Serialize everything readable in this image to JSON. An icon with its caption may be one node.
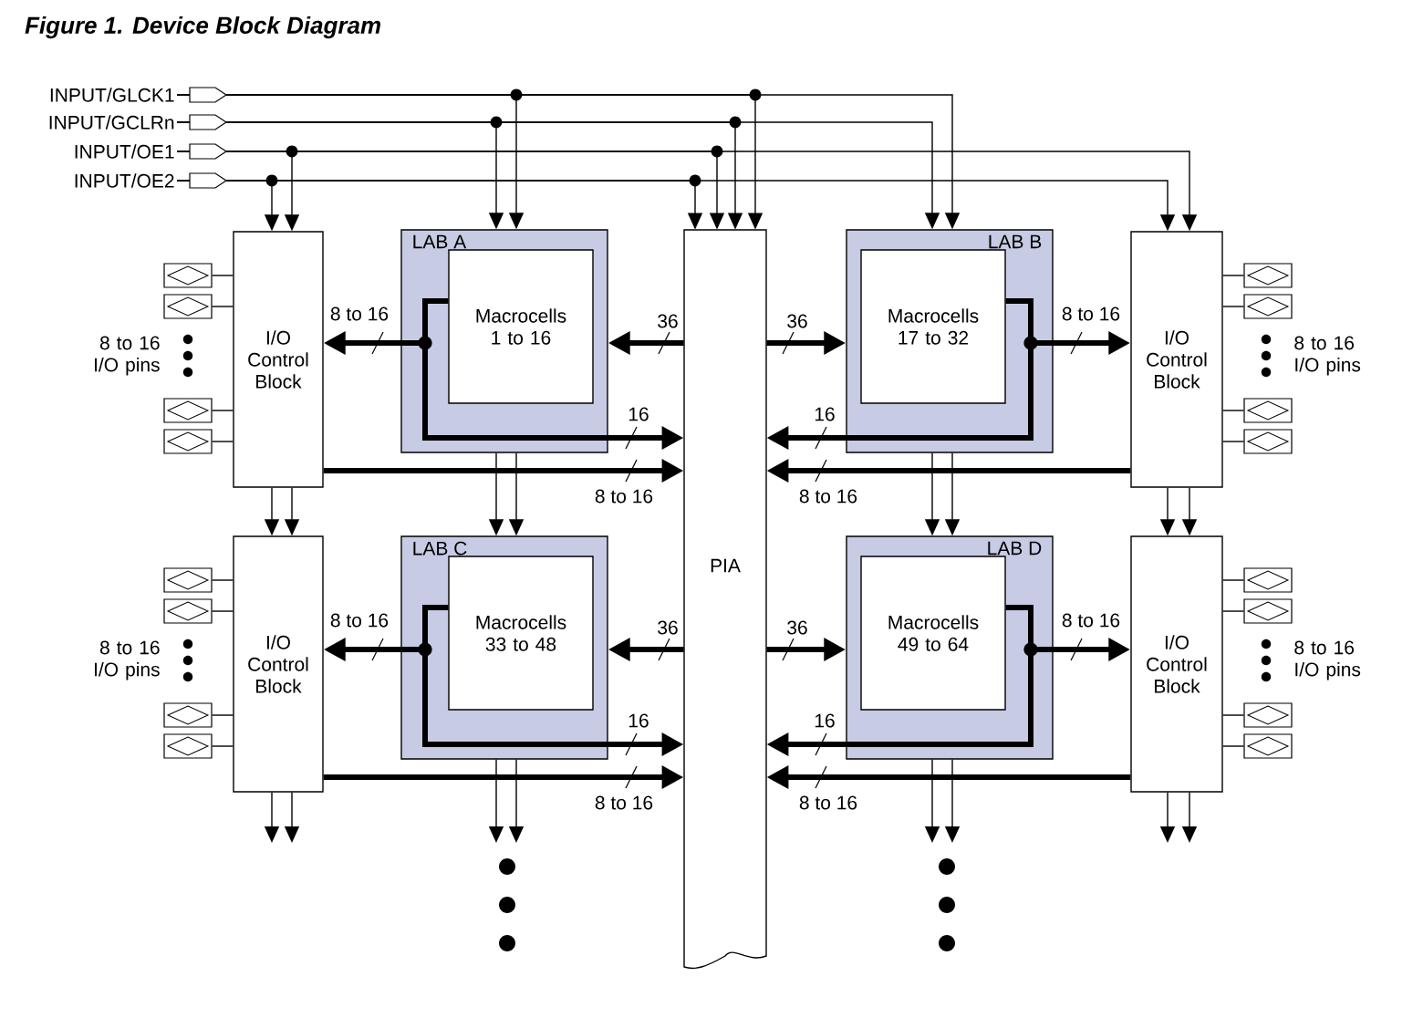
{
  "diagram": {
    "title": "Figure 1. Device Block Diagram",
    "nodes": [
      {
        "text": [
          "INPUT/GLCK1"
        ]
      },
      {
        "text": [
          "INPUT/GCLRn"
        ]
      },
      {
        "text": [
          "INPUT/OE1"
        ]
      },
      {
        "text": [
          "INPUT/OE2"
        ]
      },
      {
        "text": [
          "I/O Control Block"
        ]
      },
      {
        "text": [
          "LAB A"
        ]
      },
      {
        "text": [
          "Macrocells 1 to 16"
        ],
        "in": 5
      },
      {
        "text": [
          "PIA"
        ]
      },
      {
        "text": [
          "LAB B"
        ]
      },
      {
        "text": [
          "Macrocells 17 to 32"
        ],
        "in": 8
      },
      {
        "text": [
          "I/O Control Block"
        ]
      },
      {
        "text": [
          "I/O Control Block"
        ]
      },
      {
        "text": [
          "LAB C"
        ]
      },
      {
        "text": [
          "Macrocells 33 to 48"
        ],
        "in": 12
      },
      {
        "text": [
          "LAB D"
        ]
      },
      {
        "text": [
          "Macrocells 49 to 64"
        ],
        "in": 14
      },
      {
        "text": [
          "I/O Control Block"
        ]
      },
      {
        "text": [],
        "shape": "box"
      },
      {
        "text": [],
        "shape": "box"
      },
      {
        "text": [],
        "shape": "box"
      },
      {
        "text": [],
        "shape": "box"
      },
      {
        "text": [],
        "shape": "box"
      },
      {
        "text": [],
        "shape": "box"
      },
      {
        "text": [],
        "shape": "box"
      },
      {
        "text": [],
        "shape": "box"
      },
      {
        "text": [],
        "shape": "box"
      },
      {
        "text": [],
        "shape": "box"
      },
      {
        "text": [],
        "shape": "box"
      },
      {
        "text": [],
        "shape": "box"
      },
      {
        "text": [],
        "shape": "box"
      },
      {
        "text": [],
        "shape": "box"
      },
      {
        "text": [],
        "shape": "box"
      },
      {
        "text": [],
        "shape": "box"
      }
    ],
    "labels": [
      "8 to 16 I/O pins",
      "8 to 16 I/O pins",
      "8 to 16 I/O pins",
      "8 to 16 I/O pins"
    ],
    "edges": [
      {
        "from": 0,
        "to": 5,
        "arrow": "to"
      },
      {
        "from": 0,
        "to": 7,
        "arrow": "to"
      },
      {
        "from": 0,
        "to": 8,
        "arrow": "to"
      },
      {
        "from": 1,
        "to": 5,
        "arrow": "to"
      },
      {
        "from": 1,
        "to": 7,
        "arrow": "to"
      },
      {
        "from": 1,
        "to": 8,
        "arrow": "to"
      },
      {
        "from": 2,
        "to": 4,
        "arrow": "to"
      },
      {
        "from": 2,
        "to": 7,
        "arrow": "to"
      },
      {
        "from": 2,
        "to": 10,
        "arrow": "to"
      },
      {
        "from": 3,
        "to": 4,
        "arrow": "to"
      },
      {
        "from": 3,
        "to": 7,
        "arrow": "to"
      },
      {
        "from": 3,
        "to": 10,
        "arrow": "to"
      },
      {
        "from": 5,
        "to": 12,
        "arrow": "to"
      },
      {
        "from": 5,
        "to": 12,
        "arrow": "to"
      },
      {
        "from": 4,
        "to": 11,
        "arrow": "to"
      },
      {
        "from": 4,
        "to": 11,
        "arrow": "to"
      },
      {
        "from": 8,
        "to": 14,
        "arrow": "to"
      },
      {
        "from": 8,
        "to": 14,
        "arrow": "to"
      },
      {
        "from": 10,
        "to": 16,
        "arrow": "to"
      },
      {
        "from": 10,
        "to": 16,
        "arrow": "to"
      },
      {
        "from": 11,
        "to": null,
        "arrow": "to"
      },
      {
        "from": 11,
        "to": null,
        "arrow": "to"
      },
      {
        "from": 12,
        "to": null,
        "arrow": "to"
      },
      {
        "from": 12,
        "to": null,
        "arrow": "to"
      },
      {
        "from": 14,
        "to": null,
        "arrow": "to"
      },
      {
        "from": 14,
        "to": null,
        "arrow": "to"
      },
      {
        "from": 16,
        "to": null,
        "arrow": "to"
      },
      {
        "from": 16,
        "to": null,
        "arrow": "to"
      },
      {
        "from": 7,
        "to": 5,
        "arrow": "to",
        "label": "36",
        "style": "thick"
      },
      {
        "from": 7,
        "to": 8,
        "arrow": "to",
        "label": "36",
        "style": "thick"
      },
      {
        "from": 7,
        "to": 12,
        "arrow": "to",
        "label": "36",
        "style": "thick"
      },
      {
        "from": 7,
        "to": 14,
        "arrow": "to",
        "label": "36",
        "style": "thick"
      },
      {
        "from": 6,
        "to": 4,
        "arrow": "to",
        "label": "8 to 16",
        "style": "thick"
      },
      {
        "from": 9,
        "to": 10,
        "arrow": "to",
        "label": "8 to 16",
        "style": "thick"
      },
      {
        "from": 13,
        "to": 11,
        "arrow": "to",
        "label": "8 to 16",
        "style": "thick"
      },
      {
        "from": 15,
        "to": 16,
        "arrow": "to",
        "label": "8 to 16",
        "style": "thick"
      },
      {
        "from": 6,
        "to": 7,
        "arrow": "to",
        "label": "16",
        "style": "thick"
      },
      {
        "from": 9,
        "to": 7,
        "arrow": "to",
        "label": "16",
        "style": "thick"
      },
      {
        "from": 13,
        "to": 7,
        "arrow": "to",
        "label": "16",
        "style": "thick"
      },
      {
        "from": 15,
        "to": 7,
        "arrow": "to",
        "label": "16",
        "style": "thick"
      },
      {
        "from": 4,
        "to": 7,
        "arrow": "to",
        "label": "8 to 16",
        "style": "thick"
      },
      {
        "from": 10,
        "to": 7,
        "arrow": "to",
        "label": "8 to 16",
        "style": "thick"
      },
      {
        "from": 11,
        "to": 7,
        "arrow": "to",
        "label": "8 to 16",
        "style": "thick"
      },
      {
        "from": 16,
        "to": 7,
        "arrow": "to",
        "label": "8 to 16",
        "style": "thick"
      },
      {
        "from": 17,
        "to": 4,
        "arrow": "none"
      },
      {
        "from": 18,
        "to": 4,
        "arrow": "none"
      },
      {
        "from": 19,
        "to": 4,
        "arrow": "none"
      },
      {
        "from": 20,
        "to": 4,
        "arrow": "none"
      },
      {
        "from": 21,
        "to": 10,
        "arrow": "none"
      },
      {
        "from": 22,
        "to": 10,
        "arrow": "none"
      },
      {
        "from": 23,
        "to": 10,
        "arrow": "none"
      },
      {
        "from": 24,
        "to": 10,
        "arrow": "none"
      },
      {
        "from": 25,
        "to": 11,
        "arrow": "none"
      },
      {
        "from": 26,
        "to": 11,
        "arrow": "none"
      },
      {
        "from": 27,
        "to": 11,
        "arrow": "none"
      },
      {
        "from": 28,
        "to": 11,
        "arrow": "none"
      },
      {
        "from": 29,
        "to": 16,
        "arrow": "none"
      },
      {
        "from": 30,
        "to": 16,
        "arrow": "none"
      },
      {
        "from": 31,
        "to": 16,
        "arrow": "none"
      },
      {
        "from": 32,
        "to": 16,
        "arrow": "none"
      }
    ]
  }
}
